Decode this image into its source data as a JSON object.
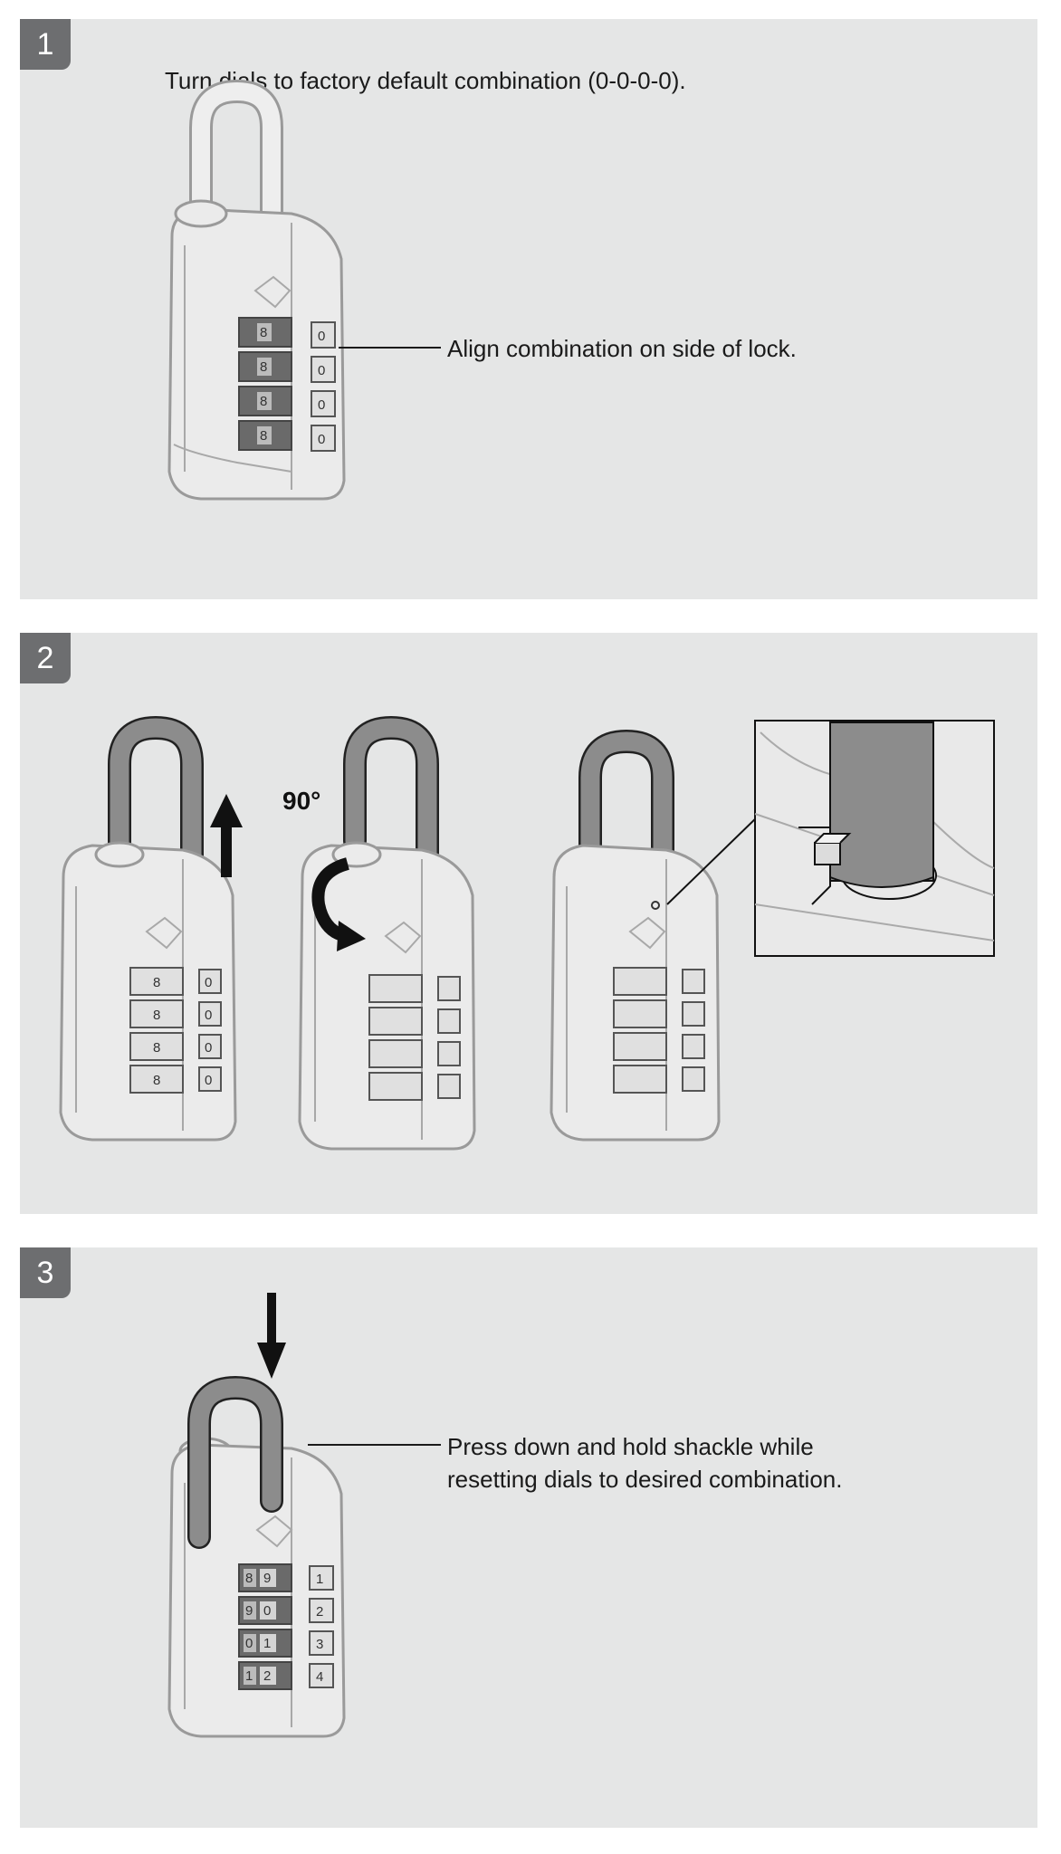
{
  "steps": [
    {
      "number": "1",
      "instruction": "Turn dials to factory default combination (0-0-0-0).",
      "callout": "Align combination on side of lock."
    },
    {
      "number": "2",
      "rotation_label": "90°"
    },
    {
      "number": "3",
      "callout_line1": "Press down and hold shackle while",
      "callout_line2": "resetting dials to desired combination."
    }
  ],
  "dials": {
    "step1_side": [
      "0",
      "0",
      "0",
      "0"
    ],
    "step1_front": [
      "8",
      "8",
      "8",
      "8"
    ],
    "step2_front": [
      "8",
      "8",
      "8",
      "8"
    ],
    "step2_side": [
      "0",
      "0",
      "0",
      "0"
    ],
    "step3_front": [
      [
        "8",
        "9"
      ],
      [
        "9",
        "0"
      ],
      [
        "0",
        "1"
      ],
      [
        "1",
        "2"
      ]
    ],
    "step3_side": [
      "1",
      "2",
      "3",
      "4"
    ]
  },
  "colors": {
    "panel": "#e5e6e6",
    "badge": "#6d6e70",
    "shackle_gray": "#8c8c8c"
  }
}
